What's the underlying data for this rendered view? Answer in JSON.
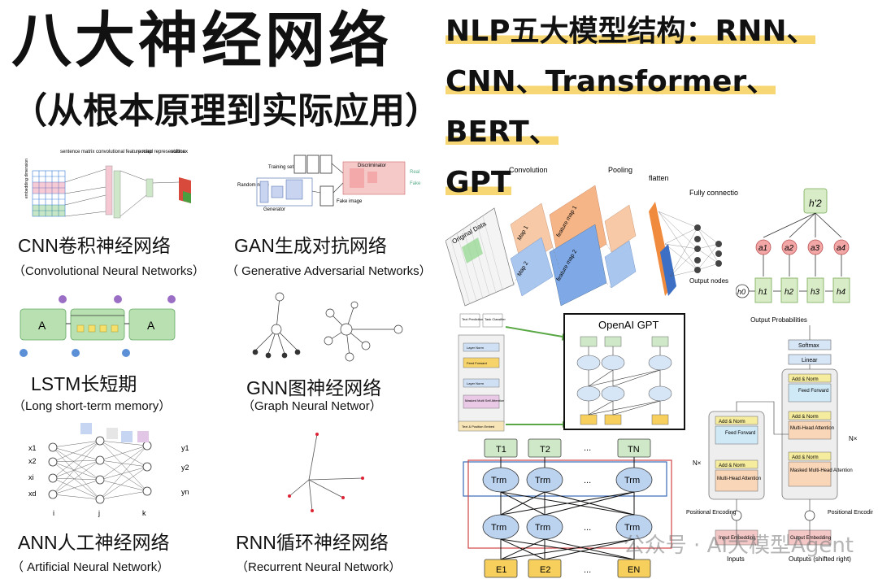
{
  "header": {
    "main_title": "八大神经网络",
    "sub_title": "（从根本原理到实际应用）",
    "right_title_prefix": "NLP五大模型结构：",
    "right_title_line1_tail": "RNN、",
    "right_title_line2": "CNN、Transformer、BERT、",
    "right_title_line3": "GPT"
  },
  "networks": [
    {
      "name": "CNN卷积神经网络",
      "english": "（Convolutional Neural Networks）"
    },
    {
      "name": "GAN生成对抗网络",
      "english": "（ Generative Adversarial Networks）"
    },
    {
      "name": "LSTM长短期",
      "english": "（Long short-term memory）"
    },
    {
      "name": "GNN图神经网络",
      "english": "（Graph Neural Networ）"
    },
    {
      "name": "ANN人工神经网络",
      "english": "（ Artificial Neural Network）"
    },
    {
      "name": "RNN循环神经网络",
      "english": "（Recurrent Neural Network）"
    }
  ],
  "figures": {
    "cnn_small": {
      "labels": [
        "sentence matrix",
        "convolutional feature map",
        "pooled representation",
        "softmax",
        "embedding dimension"
      ]
    },
    "gan_small": {
      "labels": [
        "Training set",
        "Random noise",
        "Generator",
        "Fake image",
        "Discriminator",
        "Real",
        "Fake"
      ]
    },
    "lstm_small": {
      "labels": [
        "A",
        "A"
      ]
    },
    "ann_small": {
      "labels": [
        "x1",
        "x2",
        "xi",
        "xd",
        "y1",
        "y2",
        "yn",
        "i",
        "j",
        "k"
      ]
    },
    "cnn_big": {
      "labels": [
        "Convolution",
        "Pooling",
        "flatten",
        "Fully connection",
        "Original Data",
        "Map 1",
        "Map 2",
        "feature map 1",
        "feature map 2",
        "Output nodes"
      ]
    },
    "rnn_big": {
      "labels": [
        "h0",
        "h1",
        "h2",
        "h3",
        "h4",
        "a1",
        "a2",
        "a3",
        "a4",
        "h'2"
      ]
    },
    "gpt": {
      "title": "OpenAI GPT",
      "stack_labels": [
        "Text Prediction",
        "Task Classifier",
        "Layer Norm",
        "Feed Forward",
        "Layer Norm",
        "Masked Multi Self Attention",
        "Text & Position Embed"
      ],
      "node_label": "Trm",
      "top_labels": [
        "T1",
        "T2",
        "TN"
      ],
      "bottom_labels": [
        "E1",
        "E2",
        "EN"
      ],
      "ellipsis": "..."
    },
    "transformer": {
      "output_probabilities": "Output Probabilities",
      "softmax": "Softmax",
      "linear": "Linear",
      "add_norm": "Add & Norm",
      "feed_forward": "Feed Forward",
      "multi_head": "Multi-Head Attention",
      "masked_multi_head": "Masked Multi-Head Attention",
      "nx": "N×",
      "positional_encoding": "Positional Encoding",
      "input_embedding": "Input Embedding",
      "output_embedding": "Output Embedding",
      "inputs": "Inputs",
      "outputs": "Outputs (shifted right)"
    }
  },
  "watermark": "公众号 · AI大模型Agent",
  "colors": {
    "highlight": "#f7d774",
    "gpt_green": "#5aa845",
    "trm_blue": "#bcd3f0",
    "embed_yellow": "#f6cf5c"
  }
}
